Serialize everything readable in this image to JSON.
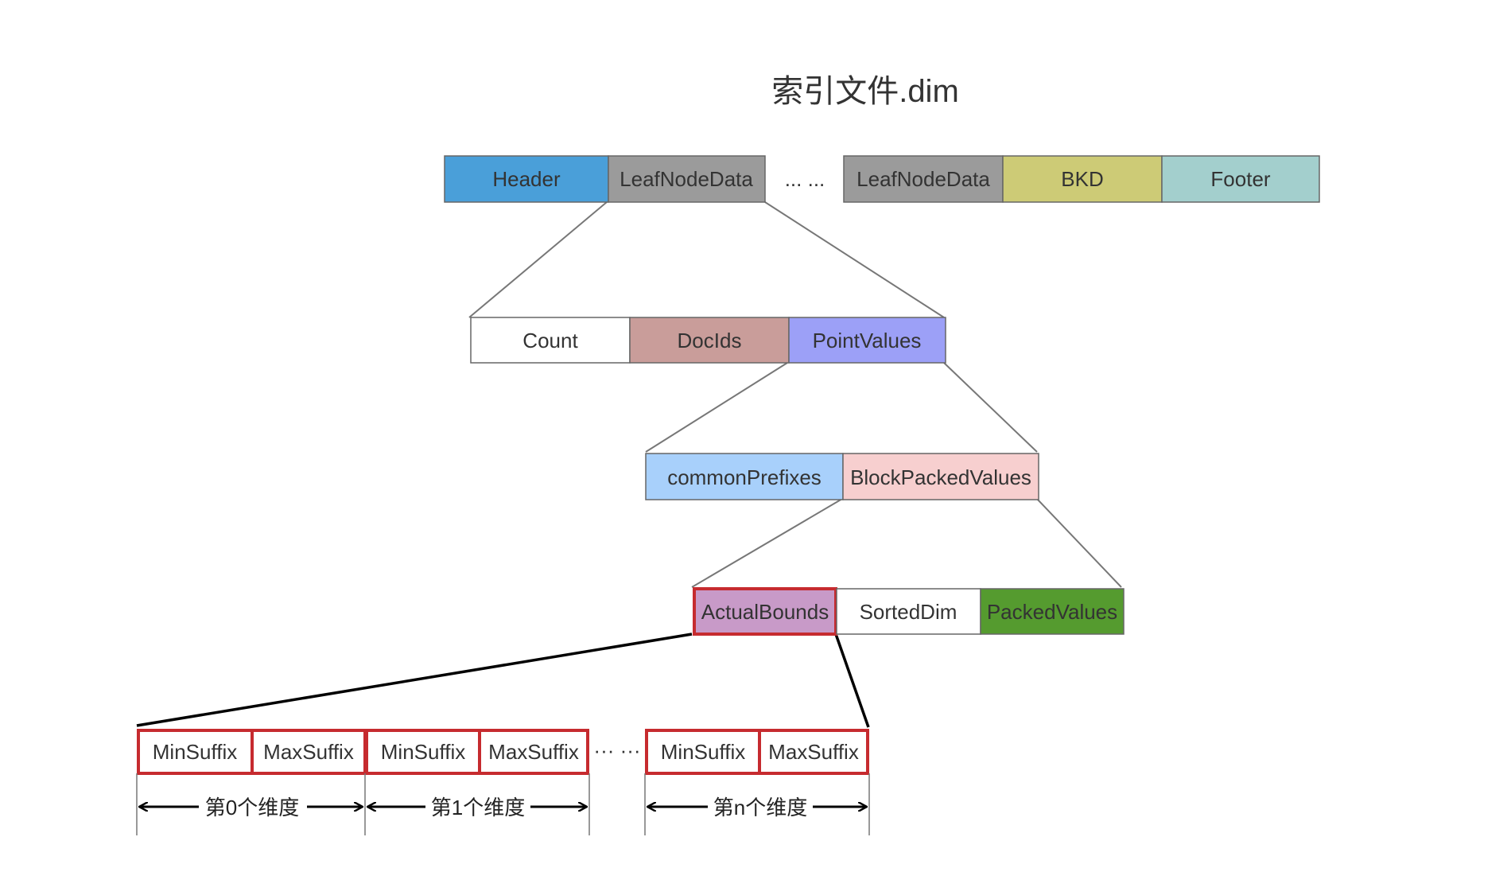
{
  "title": "索引文件.dim",
  "colors": {
    "header": "#4a9fd9",
    "leaf": "#9b9b9b",
    "bkd": "#cdcb76",
    "footer": "#a3cfcd",
    "count": "#ffffff",
    "docids": "#c99d9a",
    "pointvalues": "#9ca0f7",
    "commonprefixes": "#a8d0fb",
    "blockpacked": "#f7cfcf",
    "actualbounds": "#c89ac8",
    "sorteddim": "#ffffff",
    "packedvalues": "#559b2f",
    "highlight": "#c62b2f"
  },
  "row1": {
    "header": "Header",
    "leaf_a": "LeafNodeData",
    "dots": "... ...",
    "leaf_b": "LeafNodeData",
    "bkd": "BKD",
    "footer": "Footer"
  },
  "row2": {
    "count": "Count",
    "docids": "DocIds",
    "pointvalues": "PointValues"
  },
  "row3": {
    "commonprefixes": "commonPrefixes",
    "blockpacked": "BlockPackedValues"
  },
  "row4": {
    "actualbounds": "ActualBounds",
    "sorteddim": "SortedDim",
    "packedvalues": "PackedValues"
  },
  "row5": {
    "min0": "MinSuffix",
    "max0": "MaxSuffix",
    "min1": "MinSuffix",
    "max1": "MaxSuffix",
    "dots": "··· ···",
    "minn": "MinSuffix",
    "maxn": "MaxSuffix"
  },
  "dims": {
    "d0": "第0个维度",
    "d1": "第1个维度",
    "dn": "第n个维度"
  }
}
